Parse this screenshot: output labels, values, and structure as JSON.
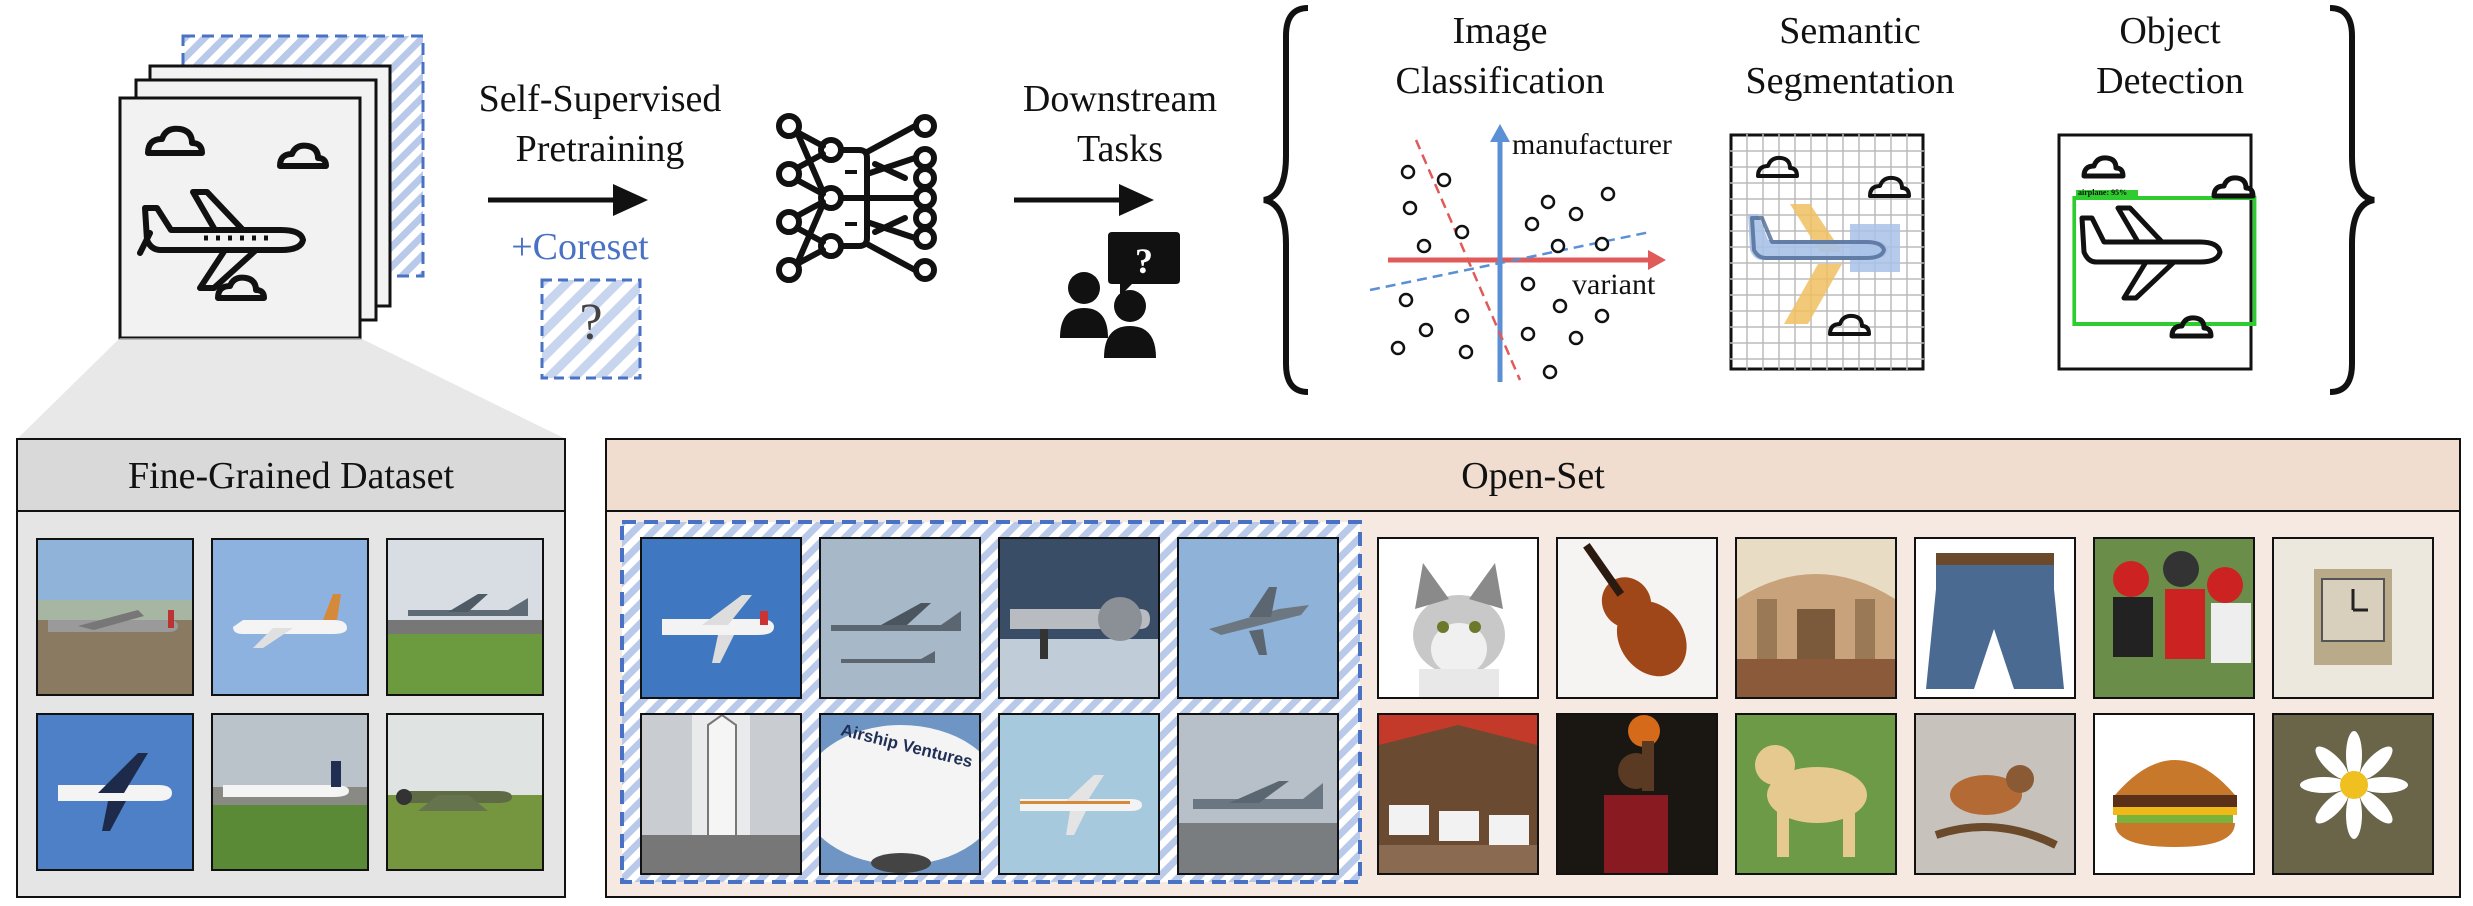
{
  "pipeline": {
    "pretraining_label_line1": "Self-Supervised",
    "pretraining_label_line2": "Pretraining",
    "coreset_label": "+Coreset",
    "coreset_question": "?",
    "downstream_label_line1": "Downstream",
    "downstream_label_line2": "Tasks",
    "people_question": "?"
  },
  "tasks": {
    "classification_line1": "Image",
    "classification_line2": "Classification",
    "segmentation_line1": "Semantic",
    "segmentation_line2": "Segmentation",
    "detection_line1": "Object",
    "detection_line2": "Detection",
    "axis_label_y": "manufacturer",
    "axis_label_x": "variant",
    "detection_box_label": "airplane: 95%"
  },
  "fine_grained": {
    "title": "Fine-Grained Dataset",
    "images": [
      "propeller-airliner-on-grass",
      "business-jet-landing",
      "fighter-jet-on-runway",
      "airliner-banking-blue-sky",
      "airliner-on-tarmac",
      "spitfire-on-grass"
    ]
  },
  "open_set": {
    "title": "Open-Set",
    "coreset_images": [
      "regional-jet-in-sky",
      "fighter-jets-formation",
      "vintage-aircraft-closeup",
      "fighter-jet-blue-sky",
      "space-shuttle-on-pad",
      "airship-ventures-blimp",
      "airliner-in-flight",
      "military-jet-on-tarmac"
    ],
    "blimp_text": "Airship Ventures",
    "other_images": [
      "cat",
      "violin",
      "church-interior",
      "jeans",
      "football-players",
      "wall-clock",
      "restaurant-terrace",
      "basketball-player",
      "labrador-dog",
      "bird-on-branch",
      "cheeseburger",
      "daisy"
    ]
  },
  "colors": {
    "coreset_blue": "#4a72c4",
    "red_line": "#e05a5a",
    "axis_blue": "#5b8fd6",
    "detection_green": "#2ecc2e",
    "seg_orange": "#f0c060",
    "fine_panel_bg": "#e5e5e5",
    "open_panel_bg": "#f5e9e1"
  }
}
